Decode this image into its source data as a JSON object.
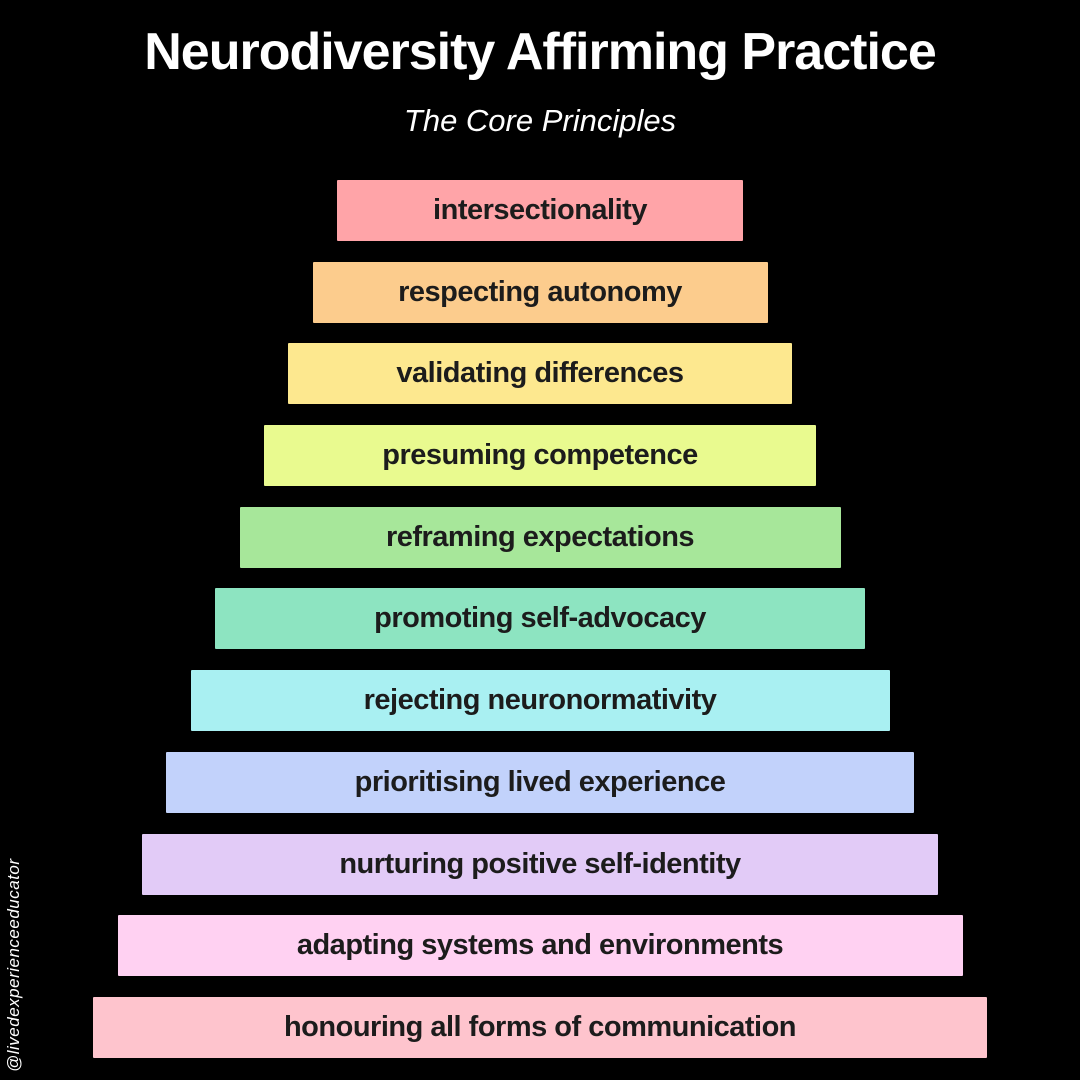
{
  "header": {
    "title": "Neurodiversity Affirming Practice",
    "subtitle": "The Core Principles"
  },
  "watermark": "@livedexperienceeducator",
  "colors": {
    "background": "#000000",
    "title_text": "#ffffff",
    "bar_text": "#1c1c1c"
  },
  "pyramid": {
    "bars": [
      {
        "label": "intersectionality",
        "color": "#ffa4a8"
      },
      {
        "label": "respecting autonomy",
        "color": "#fccc8d"
      },
      {
        "label": "validating differences",
        "color": "#fde88f"
      },
      {
        "label": "presuming competence",
        "color": "#e9fa8f"
      },
      {
        "label": "reframing expectations",
        "color": "#a7e79a"
      },
      {
        "label": "promoting self-advocacy",
        "color": "#8de4c1"
      },
      {
        "label": "rejecting neuronormativity",
        "color": "#a9f0f2"
      },
      {
        "label": "prioritising lived experience",
        "color": "#c2d2fb"
      },
      {
        "label": "nurturing positive self-identity",
        "color": "#e2cbf7"
      },
      {
        "label": "adapting systems and environments",
        "color": "#ffd1f2"
      },
      {
        "label": "honouring all forms of communication",
        "color": "#fec4cd"
      }
    ]
  }
}
